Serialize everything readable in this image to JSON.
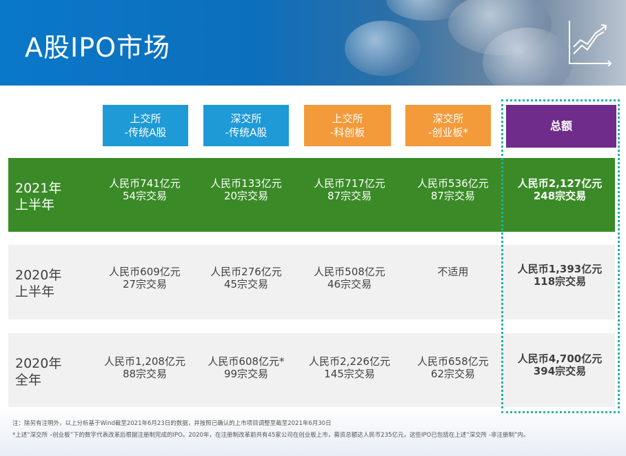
{
  "header": {
    "title": "A股IPO市场"
  },
  "columns": [
    {
      "line1": "上交所",
      "line2": "-传统A股"
    },
    {
      "line1": "深交所",
      "line2": "-传统A股"
    },
    {
      "line1": "上交所",
      "line2": "-科创板"
    },
    {
      "line1": "深交所",
      "line2": "-创业板*"
    },
    {
      "line1": "总额",
      "line2": ""
    }
  ],
  "rows": [
    {
      "label1": "2021年",
      "label2": "上半年",
      "cells": [
        {
          "amount": "人民币741亿元",
          "deals": "54宗交易"
        },
        {
          "amount": "人民币133亿元",
          "deals": "20宗交易"
        },
        {
          "amount": "人民币717亿元",
          "deals": "87宗交易"
        },
        {
          "amount": "人民币536亿元",
          "deals": "87宗交易"
        },
        {
          "amount": "人民币2,127亿元",
          "deals": "248宗交易"
        }
      ]
    },
    {
      "label1": "2020年",
      "label2": "上半年",
      "cells": [
        {
          "amount": "人民币609亿元",
          "deals": "27宗交易"
        },
        {
          "amount": "人民币276亿元",
          "deals": "45宗交易"
        },
        {
          "amount": "人民币508亿元",
          "deals": "46宗交易"
        },
        {
          "amount": "不适用",
          "deals": ""
        },
        {
          "amount": "人民币1,393亿元",
          "deals": "118宗交易"
        }
      ]
    },
    {
      "label1": "2020年",
      "label2": "全年",
      "cells": [
        {
          "amount": "人民币1,208亿元",
          "deals": "88宗交易"
        },
        {
          "amount": "人民币608亿元*",
          "deals": "99宗交易"
        },
        {
          "amount": "人民币2,226亿元",
          "deals": "145宗交易"
        },
        {
          "amount": "人民币658亿元",
          "deals": "62宗交易"
        },
        {
          "amount": "人民币4,700亿元",
          "deals": "394宗交易"
        }
      ]
    }
  ],
  "footnotes": {
    "note1": "注：除另有注明外，以上分析基于Wind截至2021年6月23日的数据，并按照已确认的上市项目调整至截至2021年6月30日",
    "note2": "*上述“深交所 –创业板”下的数字代表改革后根据注册制完成的IPO。2020年，在注册制改革前共有45家公司在创业板上市，募资总额达人民币235亿元，这些IPO已包括在上述“深交所 -非注册制”内。"
  },
  "icons": {
    "chart": "growth-chart-icon"
  }
}
